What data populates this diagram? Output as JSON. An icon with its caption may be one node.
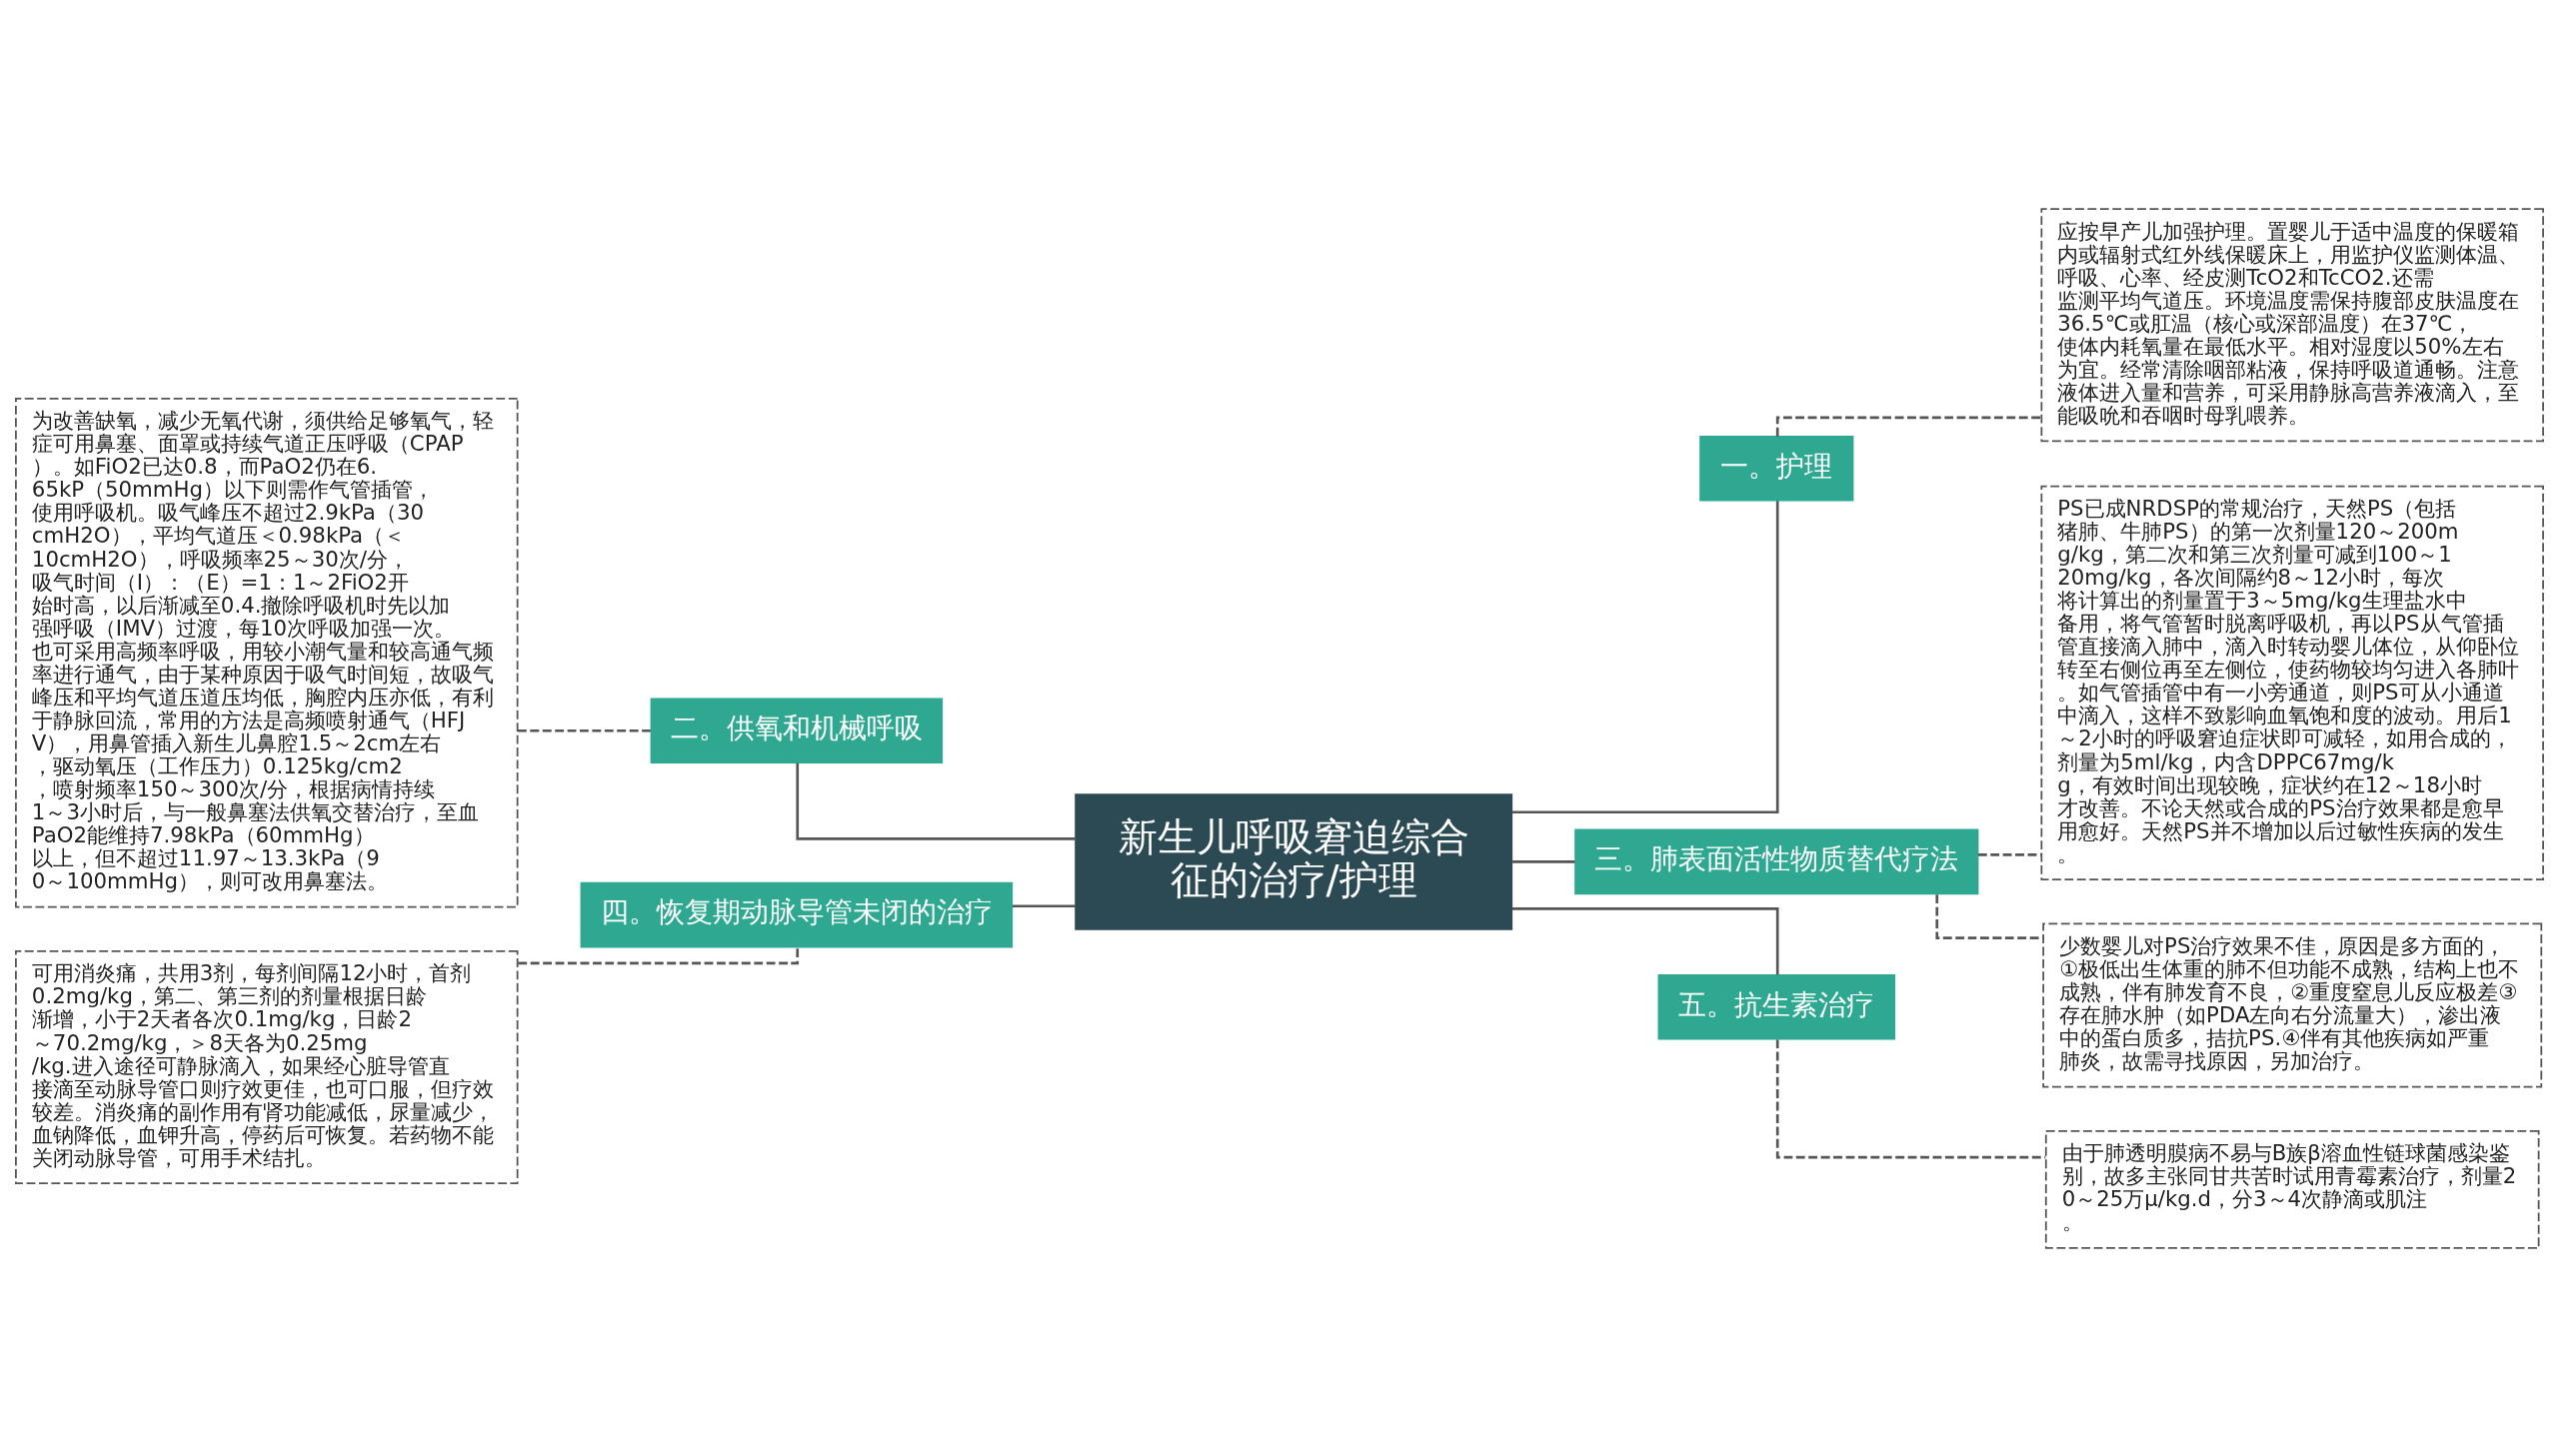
{
  "diagram": {
    "nodes": [
      {
        "text": [
          "新生儿呼吸窘迫综合征的治疗/护理"
        ]
      },
      {
        "text": [
          "一。护理"
        ]
      },
      {
        "text": [
          "应按早产儿加强护理。置婴儿于适中温度的保暖箱内或辐射式红外线保暖床上，用监护仪监测体温、呼吸、心率、经皮测TcO2和TcCO2.还需监测平均气道压。环境温度需保持腹部皮肤温度在36.5℃或肛温（核心或深部温度）在37℃，使体内耗氧量在最低水平。相对湿度以50%左右为宜。经常清除咽部粘液，保持呼吸道通畅。注意液体进入量和营养，可采用静脉高营养液滴入，至能吸吮和吞咽时母乳喂养。"
        ]
      },
      {
        "text": [
          "二。供氧和机械呼吸"
        ]
      },
      {
        "text": [
          "为改善缺氧，减少无氧代谢，须供给足够氧气，轻症可用鼻塞、面罩或持续气道正压呼吸（CPAP）。如FiO2已达0.8，而PaO2仍在6.65kP（50mmHg）以下则需作气管插管，使用呼吸机。吸气峰压不超过2.9kPa（30cmH2O），平均气道压＜0.98kPa（＜10cmH2O），呼吸频率25～30次/分，吸气时间（I）：（E）=1：1～2FiO2开始时高，以后渐减至0.4.撤除呼吸机时先以加强呼吸（IMV）过渡，每10次呼吸加强一次。也可采用高频率呼吸，用较小潮气量和较高通气频率进行通气，由于某种原因于吸气时间短，故吸气峰压和平均气道压道压均低，胸腔内压亦低，有利于静脉回流，常用的方法是高频喷射通气（HFJV），用鼻管插入新生儿鼻腔1.5～2cm左右，驱动氧压（工作压力）0.125kg/cm2，喷射频率150～300次/分，根据病情持续1～3小时后，与一般鼻塞法供氧交替治疗，至血PaO2能维持7.98kPa（60mmHg）以上，但不超过11.97～13.3kPa（90～100mmHg），则可改用鼻塞法。"
        ]
      },
      {
        "text": [
          "三。肺表面活性物质替代疗法"
        ]
      },
      {
        "text": [
          "PS已成NRDSP的常规治疗，天然PS（包括猪肺、牛肺PS）的第一次剂量120～200mg/kg，第二次和第三次剂量可减到100～120mg/kg，各次间隔约8～12小时，每次将计算出的剂量置于3～5mg/kg生理盐水中备用，将气管暂时脱离呼吸机，再以PS从气管插管直接滴入肺中，滴入时转动婴儿体位，从仰卧位转至右侧位再至左侧位，使药物较均匀进入各肺叶。如气管插管中有一小旁通道，则PS可从小通道中滴入，这样不致影响血氧饱和度的波动。用后1～2小时的呼吸窘迫症状即可减轻，如用合成的，剂量为5ml/kg，内含DPPC67mg/kg，有效时间出现较晚，症状约在12～18小时才改善。不论天然或合成的PS治疗效果都是愈早用愈好。天然PS并不增加以后过敏性疾病的发生。"
        ]
      },
      {
        "text": [
          "少数婴儿对PS治疗效果不佳，原因是多方面的，①极低出生体重的肺不但功能不成熟，结构上也不成熟，伴有肺发育不良，②重度窒息儿反应极差③存在肺水肿（如PDA左向右分流量大），渗出液中的蛋白质多，拮抗PS.④伴有其他疾病如严重肺炎，故需寻找原因，另加治疗。"
        ]
      },
      {
        "text": [
          "四。恢复期动脉导管未闭的治疗"
        ]
      },
      {
        "text": [
          "可用消炎痛，共用3剂，每剂间隔12小时，首剂0.2mg/kg，第二、第三剂的剂量根据日龄渐增，小于2天者各次0.1mg/kg，日龄2～70.2mg/kg，＞8天各为0.25mg/kg.进入途径可静脉滴入，如果经心脏导管直接滴至动脉导管口则疗效更佳，也可口服，但疗效较差。消炎痛的副作用有肾功能减低，尿量减少，血钠降低，血钾升高，停药后可恢复。若药物不能关闭动脉导管，可用手术结扎。"
        ]
      },
      {
        "text": [
          "五。抗生素治疗"
        ]
      },
      {
        "text": [
          "由于肺透明膜病不易与B族β溶血性链球菌感染鉴别，故多主张同甘共苦时试用青霉素治疗，剂量20～25万μ/kg.d，分3～4次静滴或肌注。"
        ]
      }
    ],
    "edges": [
      {
        "from": 0,
        "to": 1,
        "arrow": "none"
      },
      {
        "from": 1,
        "to": 2,
        "arrow": "none",
        "style": "dashed"
      },
      {
        "from": 0,
        "to": 3,
        "arrow": "none"
      },
      {
        "from": 3,
        "to": 4,
        "arrow": "none",
        "style": "dashed"
      },
      {
        "from": 0,
        "to": 5,
        "arrow": "none"
      },
      {
        "from": 5,
        "to": 6,
        "arrow": "none",
        "style": "dashed"
      },
      {
        "from": 5,
        "to": 7,
        "arrow": "none",
        "style": "dashed"
      },
      {
        "from": 0,
        "to": 8,
        "arrow": "none"
      },
      {
        "from": 8,
        "to": 9,
        "arrow": "none",
        "style": "dashed"
      },
      {
        "from": 0,
        "to": 10,
        "arrow": "none"
      },
      {
        "from": 10,
        "to": 11,
        "arrow": "none",
        "style": "dashed"
      }
    ]
  }
}
